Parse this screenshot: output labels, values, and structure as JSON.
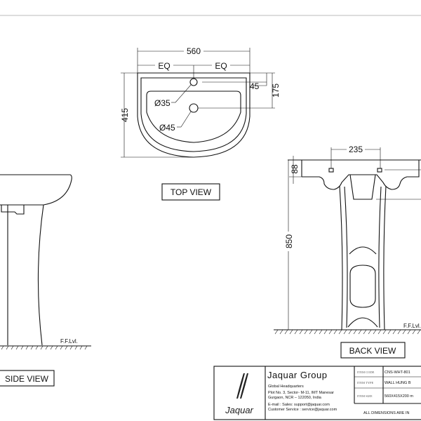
{
  "top_view": {
    "label": "TOP VIEW",
    "width": "560",
    "eq_left": "EQ",
    "eq_right": "EQ",
    "depth": "415",
    "offset_45": "45",
    "offset_175": "175",
    "hole_tap": "Ø35",
    "hole_drain": "Ø45"
  },
  "back_view": {
    "label": "BACK VIEW",
    "height": "850",
    "bolt_spacing": "235",
    "rim": "88",
    "floor": "F.F.Lvl."
  },
  "side_view": {
    "label": "SIDE VIEW",
    "floor": "F.F.Lvl."
  },
  "title_block": {
    "logo": "Jaquar",
    "company": "Jaquar Group",
    "hq": "Global Headquarters",
    "address1": "Plot No. 3, Sector- M-11, IMT Manesar",
    "address2": "Gurgaon, NCR – 122050, India",
    "email": "E-mail : Sales: support@jaquar.com",
    "service": "Customer Service : service@jaquar.com",
    "item_code_label": "ITEM CODE",
    "item_code": "CNS-WHT-801",
    "item_type_label": "ITEM TYPE",
    "item_type": "WALL HUNG B",
    "item_size_label": "ITEM SIZE",
    "item_size": "560X415X200 m",
    "note": "ALL DIMENSIONS ARE IN"
  }
}
